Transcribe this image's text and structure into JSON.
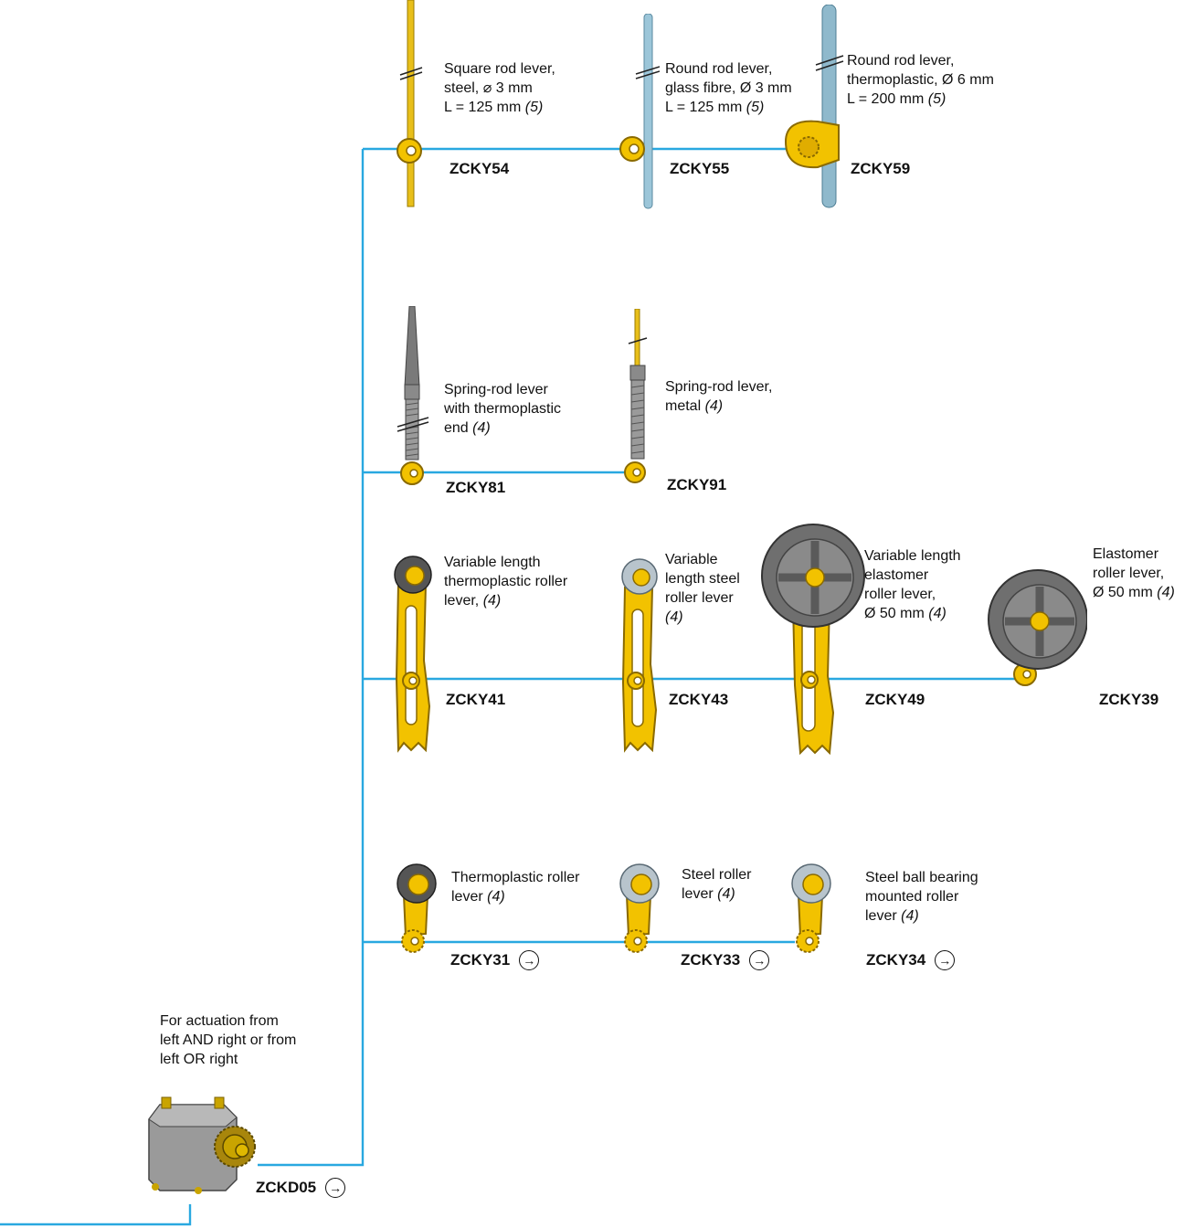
{
  "colors": {
    "wire": "#29a8e0",
    "yellow": "#f2c200",
    "yellow_dark": "#a07a00",
    "grey_roller": "#6f6f6f",
    "steel": "#b8c4cc",
    "glass_rod": "#9cc6d9"
  },
  "base": {
    "note": [
      "For actuation from",
      "left AND right or from",
      "left OR right"
    ],
    "code": "ZCKD05",
    "has_arrow": true
  },
  "row1": [
    {
      "code": "ZCKY54",
      "desc": [
        "Square rod lever,",
        "steel, ⌀ 3 mm",
        "L = 125 mm"
      ],
      "note": "(5)"
    },
    {
      "code": "ZCKY55",
      "desc": [
        "Round rod lever,",
        "glass fibre, Ø 3 mm",
        "L = 125 mm"
      ],
      "note": "(5)"
    },
    {
      "code": "ZCKY59",
      "desc": [
        "Round rod lever,",
        "thermoplastic, Ø 6 mm",
        "L = 200 mm"
      ],
      "note": "(5)"
    }
  ],
  "row2": [
    {
      "code": "ZCKY81",
      "desc": [
        "Spring-rod lever",
        "with thermoplastic",
        "end"
      ],
      "note": "(4)"
    },
    {
      "code": "ZCKY91",
      "desc": [
        "Spring-rod lever,",
        "metal"
      ],
      "note": "(4)"
    }
  ],
  "row3": [
    {
      "code": "ZCKY41",
      "desc": [
        "Variable length",
        "thermoplastic roller",
        "lever,"
      ],
      "note": "(4)"
    },
    {
      "code": "ZCKY43",
      "desc": [
        "Variable",
        "length steel",
        "roller lever"
      ],
      "note": "(4)"
    },
    {
      "code": "ZCKY49",
      "desc": [
        "Variable length",
        "elastomer",
        "roller lever,",
        "Ø 50 mm"
      ],
      "note": "(4)"
    },
    {
      "code": "ZCKY39",
      "desc": [
        "Elastomer",
        "roller lever,",
        "Ø 50 mm"
      ],
      "note": "(4)"
    }
  ],
  "row4": [
    {
      "code": "ZCKY31",
      "desc": [
        "Thermoplastic roller",
        "lever"
      ],
      "note": "(4)",
      "has_arrow": true
    },
    {
      "code": "ZCKY33",
      "desc": [
        "Steel roller",
        "lever"
      ],
      "note": "(4)",
      "has_arrow": true
    },
    {
      "code": "ZCKY34",
      "desc": [
        "Steel ball bearing",
        "mounted roller",
        "lever"
      ],
      "note": "(4)",
      "has_arrow": true
    }
  ]
}
